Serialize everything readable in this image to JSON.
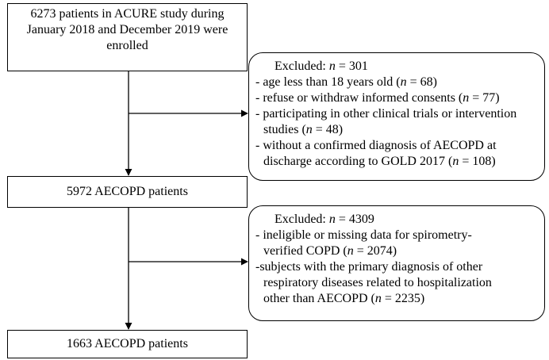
{
  "boxes": {
    "enrolled": {
      "lines": [
        "6273 patients in ACURE study during",
        "January 2018 and December 2019 were",
        "enrolled"
      ]
    },
    "exclusion1": {
      "header_prefix": "Excluded: ",
      "header_n": "n",
      "header_suffix": " = 301",
      "items": [
        {
          "p1": "- age less than 18 years old (",
          "n": "n",
          "p2": " = 68)"
        },
        {
          "p1": "- refuse or withdraw informed consents (",
          "n": "n",
          "p2": " = 77)"
        },
        {
          "p1": "- participating in other clinical trials or intervention",
          "n": "",
          "p2": ""
        },
        {
          "p1": "studies (",
          "n": "n",
          "p2": " = 48)"
        },
        {
          "p1": "- without a confirmed diagnosis of AECOPD at",
          "n": "",
          "p2": ""
        },
        {
          "p1": "discharge according to GOLD 2017 (",
          "n": "n",
          "p2": " = 108)"
        }
      ]
    },
    "aecopd": {
      "label": "5972 AECOPD patients"
    },
    "exclusion2": {
      "header_prefix": "Excluded: ",
      "header_n": "n",
      "header_suffix": " = 4309",
      "items": [
        {
          "p1": "- ineligible or missing data for spirometry-",
          "n": "",
          "p2": ""
        },
        {
          "p1": "verified COPD (",
          "n": "n",
          "p2": " = 2074)"
        },
        {
          "p1": "-subjects with the primary diagnosis of other",
          "n": "",
          "p2": ""
        },
        {
          "p1": "respiratory diseases related to hospitalization",
          "n": "",
          "p2": ""
        },
        {
          "p1": "other than AECOPD (",
          "n": "n",
          "p2": " = 2235)"
        }
      ]
    },
    "final": {
      "label": "1663 AECOPD patients"
    }
  }
}
